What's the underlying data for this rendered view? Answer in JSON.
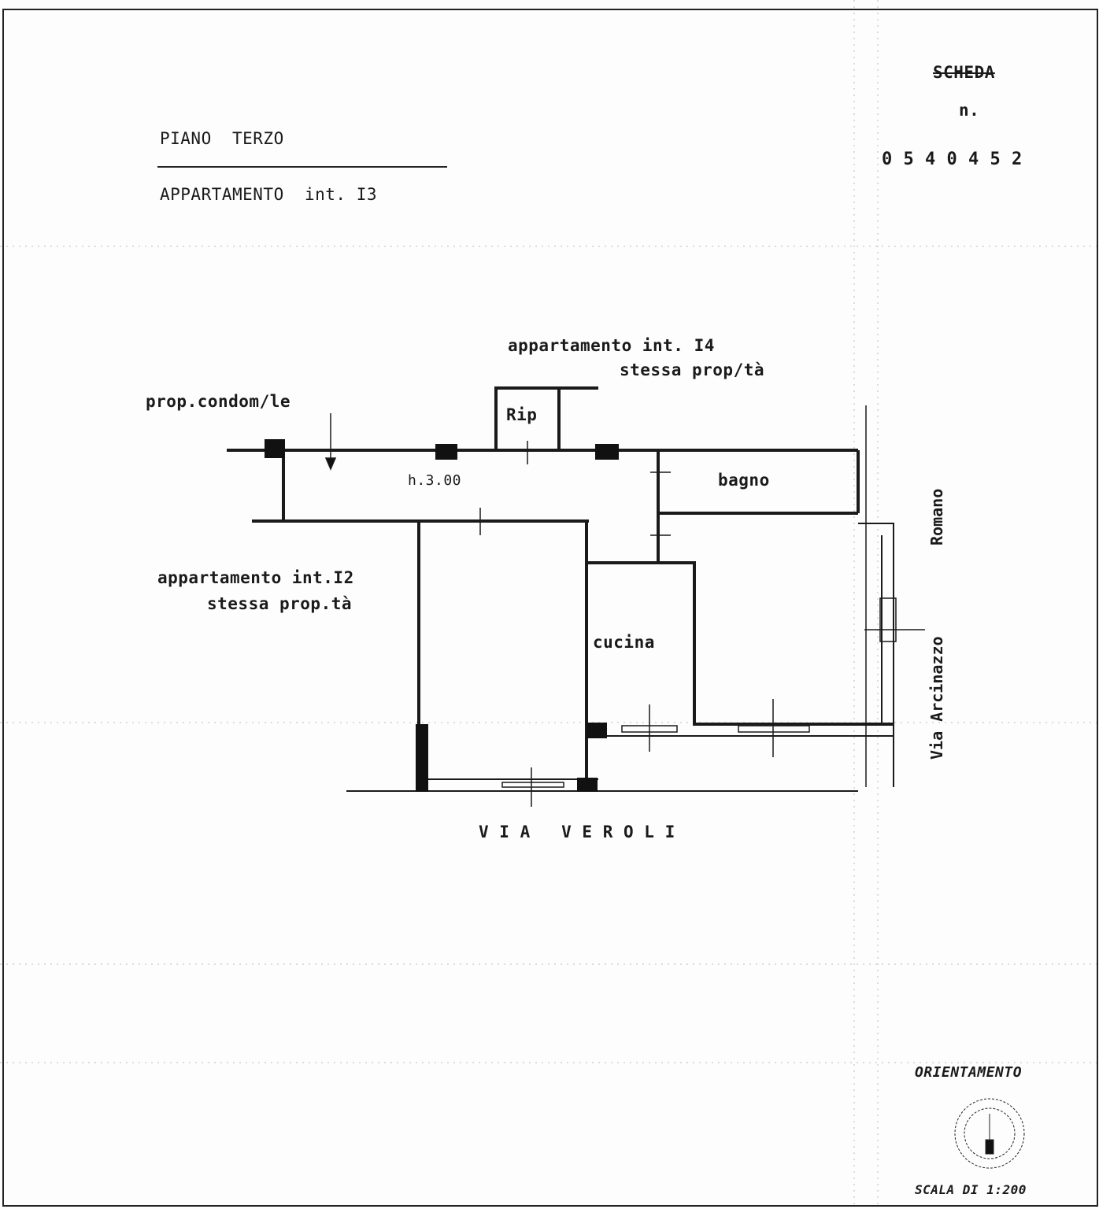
{
  "header": {
    "floor": "PIANO  TERZO",
    "unit": "APPARTAMENTO  int. I3"
  },
  "sheet": {
    "label": "SCHEDA",
    "n": "n.",
    "number": "0 5 4 0 4 5 2"
  },
  "labels": {
    "neighbor_top": "appartamento int. I4",
    "neighbor_top_owner": "stessa prop/tà",
    "condo": "prop.condom/le",
    "rip": "Rip",
    "height": "h.3.00",
    "bagno": "bagno",
    "neighbor_left": "appartamento int.I2",
    "neighbor_left_owner": "stessa prop.tà",
    "cucina": "cucina",
    "street_bottom": "V I A   V E R O L I",
    "street_right_a": "Via Arcinazzo",
    "street_right_b": "Romano"
  },
  "footer": {
    "orientation": "ORIENTAMENTO",
    "scale": "SCALA DI 1:200"
  },
  "colors": {
    "ink": "#1a1a1a",
    "paper": "#fdfdfd"
  }
}
